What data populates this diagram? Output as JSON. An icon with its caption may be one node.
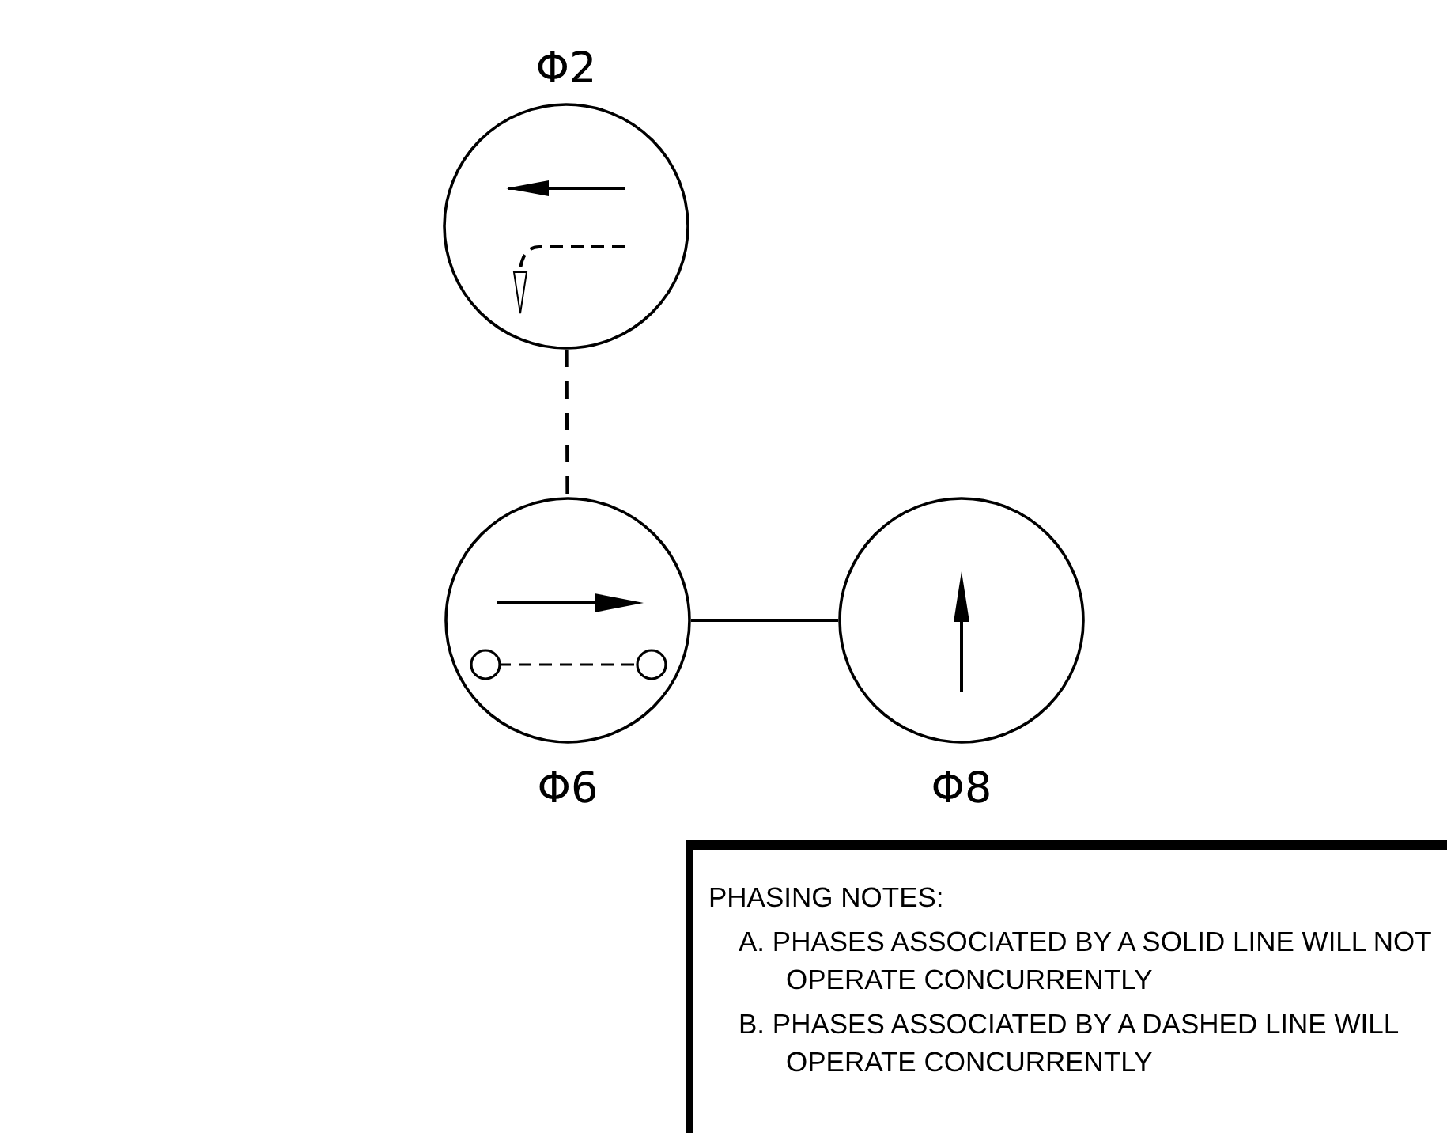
{
  "diagram": {
    "nodes": [
      {
        "text": [
          "Φ2"
        ]
      },
      {
        "text": [
          "Φ6"
        ]
      },
      {
        "text": [
          "Φ8"
        ]
      },
      {
        "text": [
          "PHASING NOTES:",
          "A. PHASES ASSOCIATED BY A SOLID LINE WILL NOT OPERATE CONCURRENTLY",
          "B. PHASES ASSOCIATED BY A DASHED LINE WILL OPERATE CONCURRENTLY"
        ]
      }
    ],
    "edges": [
      {
        "from": 0,
        "to": 1,
        "arrow": "none",
        "style": "dashed"
      },
      {
        "from": 1,
        "to": 2,
        "arrow": "none"
      }
    ]
  }
}
